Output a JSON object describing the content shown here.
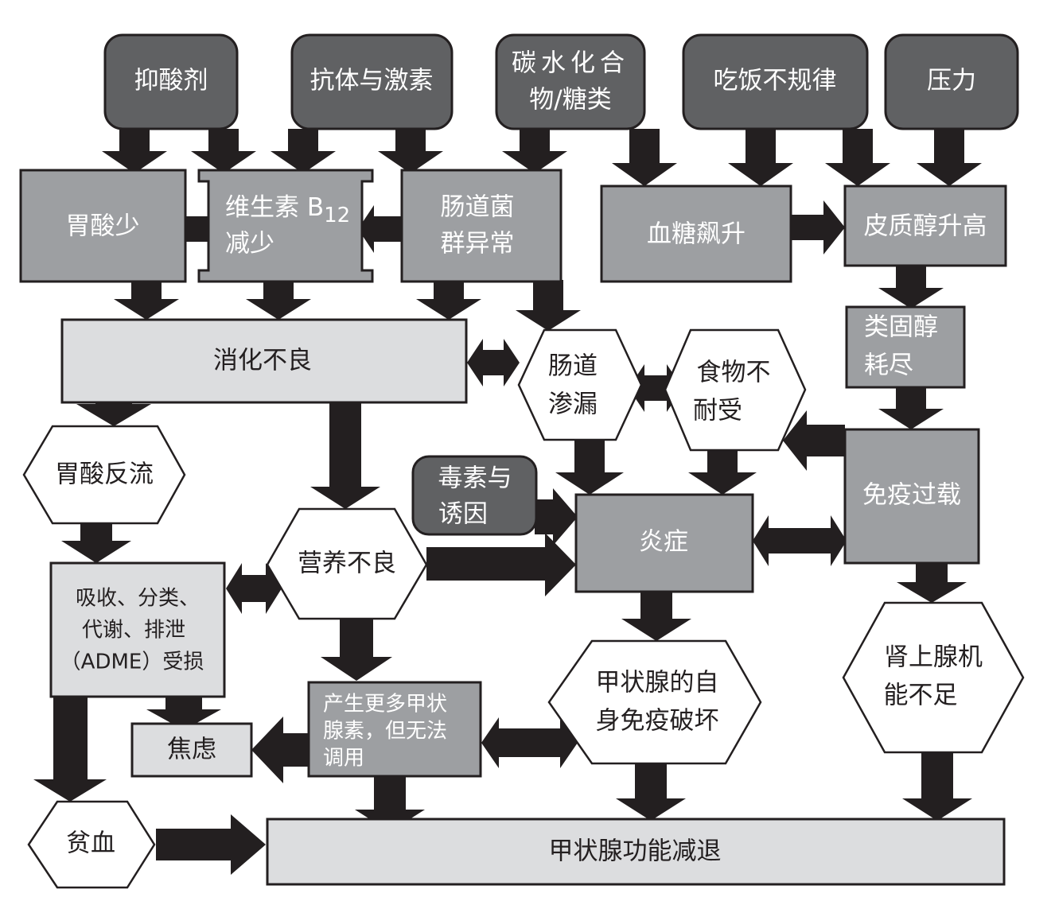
{
  "nodes": {
    "antacids": "抑酸剂",
    "antibiotics_hormones": "抗体与激素",
    "carbs_line1": "碳水化合",
    "carbs_line2": "物/糖类",
    "irregular_meals": "吃饭不规律",
    "stress": "压力",
    "low_stomach_acid": "胃酸少",
    "b12_line1": "维生素 B",
    "b12_sub": "12",
    "b12_line2": "减少",
    "dysbiosis_line1": "肠道菌",
    "dysbiosis_line2": "群异常",
    "blood_sugar": "血糖飙升",
    "cortisol": "皮质醇升高",
    "steroid_line1": "类固醇",
    "steroid_line2": "耗尽",
    "indigestion": "消化不良",
    "leaky_gut_line1": "肠道",
    "leaky_gut_line2": "渗漏",
    "food_intol_line1": "食物不",
    "food_intol_line2": "耐受",
    "acid_reflux": "胃酸反流",
    "immune_overload": "免疫过载",
    "toxins_line1": "毒素与",
    "toxins_line2": "诱因",
    "inflammation": "炎症",
    "malnutrition": "营养不良",
    "adme_line1": "吸收、分类、",
    "adme_line2": "代谢、排泄",
    "adme_line3": "（ADME）受损",
    "thyroid_autoimmune_line1": "甲状腺的自",
    "thyroid_autoimmune_line2": "身免疫破坏",
    "adrenal_line1": "肾上腺机",
    "adrenal_line2": "能不足",
    "anxiety": "焦虑",
    "more_hormone_line1": "产生更多甲状",
    "more_hormone_line2": "腺素，但无法",
    "more_hormone_line3": "调用",
    "anemia": "贫血",
    "hypothyroidism": "甲状腺功能减退"
  },
  "colors": {
    "dark": "#606163",
    "mid": "#9d9fa2",
    "light": "#dcdddf",
    "arrow": "#231f20"
  }
}
